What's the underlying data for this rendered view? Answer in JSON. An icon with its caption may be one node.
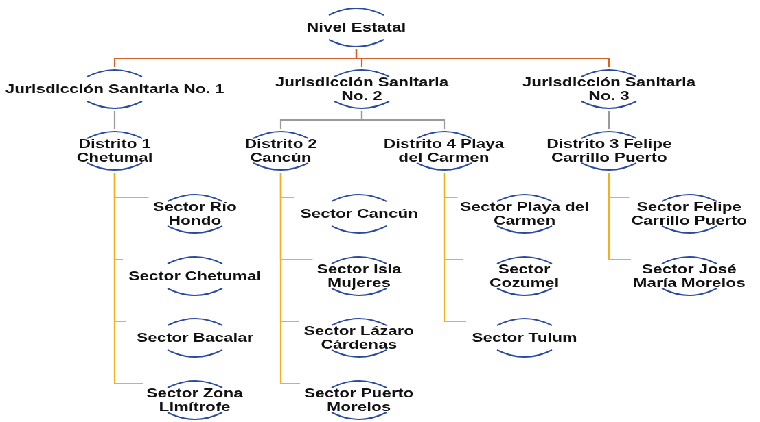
{
  "diagram": {
    "nodes": [
      {
        "text": [
          "Nivel Estatal"
        ]
      },
      {
        "text": [
          "Jurisdicción Sanitaria No. 1"
        ]
      },
      {
        "text": [
          "Jurisdicción Sanitaria No. 2"
        ]
      },
      {
        "text": [
          "Jurisdicción Sanitaria No. 3"
        ]
      },
      {
        "text": [
          "Distrito 1 Chetumal"
        ]
      },
      {
        "text": [
          "Distrito 2 Cancún"
        ]
      },
      {
        "text": [
          "Distrito 4 Playa del Carmen"
        ]
      },
      {
        "text": [
          "Distrito 3 Felipe Carrillo Puerto"
        ]
      },
      {
        "text": [
          "Sector Río Hondo"
        ]
      },
      {
        "text": [
          "Sector Chetumal"
        ]
      },
      {
        "text": [
          "Sector Bacalar"
        ]
      },
      {
        "text": [
          "Sector Zona Limítrofe"
        ]
      },
      {
        "text": [
          "Sector Cancún"
        ]
      },
      {
        "text": [
          "Sector Isla Mujeres"
        ]
      },
      {
        "text": [
          "Sector Lázaro Cárdenas"
        ]
      },
      {
        "text": [
          "Sector Puerto Morelos"
        ]
      },
      {
        "text": [
          "Sector Playa del Carmen"
        ]
      },
      {
        "text": [
          "Sector Cozumel"
        ]
      },
      {
        "text": [
          "Sector Tulum"
        ]
      },
      {
        "text": [
          "Sector Felipe Carrillo Puerto"
        ]
      },
      {
        "text": [
          "Sector José María Morelos"
        ]
      }
    ],
    "edges": [
      {
        "from": 0,
        "to": 1,
        "arrow": "none",
        "color": "#d9622b"
      },
      {
        "from": 0,
        "to": 2,
        "arrow": "none",
        "color": "#d9622b"
      },
      {
        "from": 0,
        "to": 3,
        "arrow": "none",
        "color": "#d9622b"
      },
      {
        "from": 1,
        "to": 4,
        "arrow": "none",
        "color": "#9a9a9a"
      },
      {
        "from": 2,
        "to": 5,
        "arrow": "none",
        "color": "#9a9a9a"
      },
      {
        "from": 2,
        "to": 6,
        "arrow": "none",
        "color": "#9a9a9a"
      },
      {
        "from": 3,
        "to": 7,
        "arrow": "none",
        "color": "#9a9a9a"
      },
      {
        "from": 4,
        "to": 8,
        "arrow": "none"
      },
      {
        "from": 4,
        "to": 9,
        "arrow": "none"
      },
      {
        "from": 4,
        "to": 10,
        "arrow": "none"
      },
      {
        "from": 4,
        "to": 11,
        "arrow": "none"
      },
      {
        "from": 5,
        "to": 12,
        "arrow": "none"
      },
      {
        "from": 5,
        "to": 13,
        "arrow": "none"
      },
      {
        "from": 5,
        "to": 14,
        "arrow": "none"
      },
      {
        "from": 5,
        "to": 15,
        "arrow": "none"
      },
      {
        "from": 6,
        "to": 16,
        "arrow": "none"
      },
      {
        "from": 6,
        "to": 17,
        "arrow": "none"
      },
      {
        "from": 6,
        "to": 18,
        "arrow": "none"
      },
      {
        "from": 7,
        "to": 19,
        "arrow": "none"
      },
      {
        "from": 7,
        "to": 20,
        "arrow": "none"
      }
    ]
  }
}
